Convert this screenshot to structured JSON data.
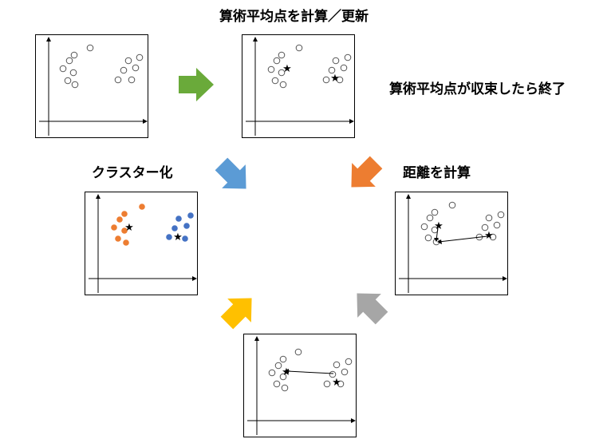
{
  "labels": {
    "title_top": "算術平均点を計算／更新",
    "converge_note": "算術平均点が収束したら終了",
    "clustering": "クラスター化",
    "distance": "距離を計算"
  },
  "colors": {
    "arrow_green": "#6aaa3a",
    "arrow_orange": "#ed7d31",
    "arrow_gray": "#a6a6a6",
    "arrow_yellow": "#ffc000",
    "arrow_blue": "#5b9bd5",
    "cluster_orange": "#ed7d31",
    "cluster_blue": "#4472c4"
  },
  "symbols": {
    "centroid": "★"
  }
}
